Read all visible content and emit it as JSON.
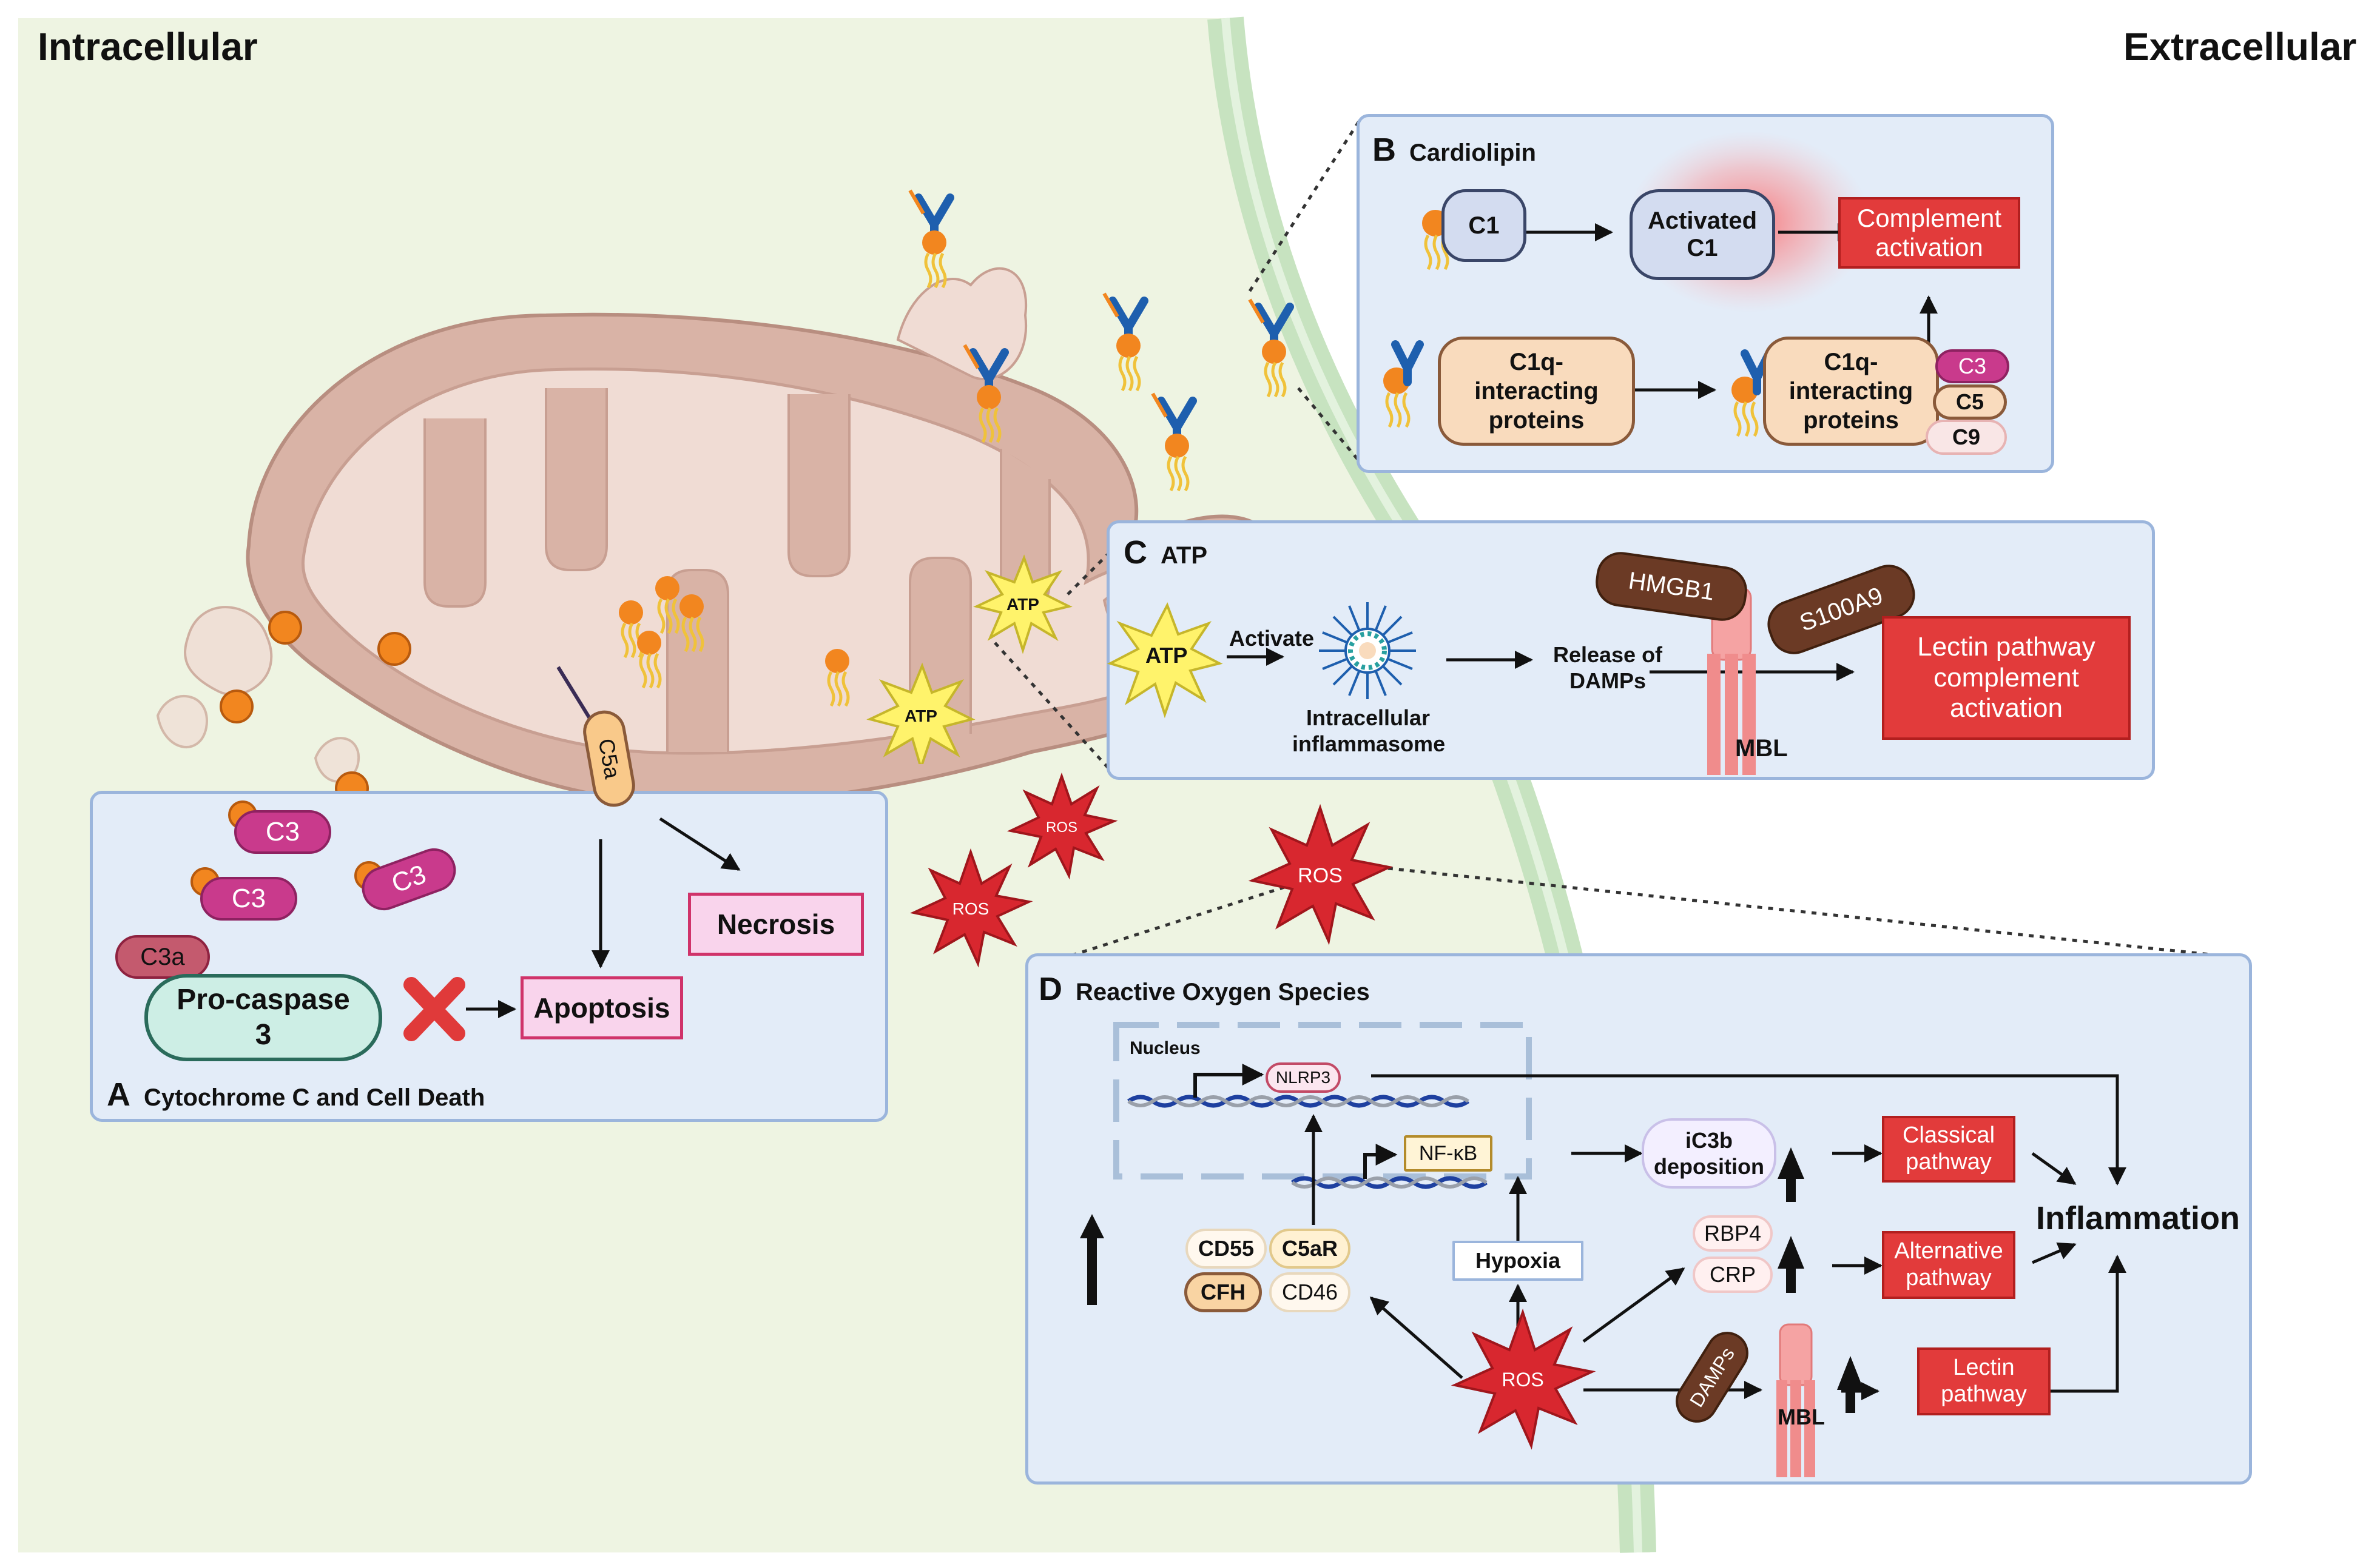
{
  "sides": {
    "left": "Intracellular",
    "right": "Extracellular"
  },
  "panel_a": {
    "letter": "A",
    "title": "Cytochrome C and Cell Death",
    "c3": [
      "C3",
      "C3",
      "C3"
    ],
    "c3a": "C3a",
    "c5a": "C5a",
    "procaspase": "Pro-caspase\n3",
    "apoptosis": "Apoptosis",
    "necrosis": "Necrosis"
  },
  "panel_b": {
    "letter": "B",
    "title": "Cardiolipin",
    "c1": "C1",
    "activated_c1": "Activated\nC1",
    "complement_activation": "Complement\nactivation",
    "c1q_left": "C1q-\ninteracting\nproteins",
    "c1q_right": "C1q-\ninteracting\nproteins",
    "c3": "C3",
    "c5": "C5",
    "c9": "C9"
  },
  "panel_c": {
    "letter": "C",
    "title": "ATP",
    "atp": "ATP",
    "activate": "Activate",
    "inflammasome": "Intracellular\ninflammasome",
    "release": "Release of\nDAMPs",
    "hmgb1": "HMGB1",
    "s100a9": "S100A9",
    "mbl": "MBL",
    "lectin_activation": "Lectin pathway\ncomplement\nactivation"
  },
  "panel_d": {
    "letter": "D",
    "title": "Reactive Oxygen Species",
    "nucleus": "Nucleus",
    "nlrp3": "NLRP3",
    "nfkb": "NF-κB",
    "hypoxia": "Hypoxia",
    "cd55": "CD55",
    "c5ar": "C5aR",
    "cfh": "CFH",
    "cd46": "CD46",
    "ros": "ROS",
    "ic3b": "iC3b\ndeposition",
    "rbp4": "RBP4",
    "crp": "CRP",
    "damps": "DAMPs",
    "mbl": "MBL",
    "classical": "Classical\npathway",
    "alternative": "Alternative\npathway",
    "lectin": "Lectin\npathway",
    "inflammation": "Inflammation"
  },
  "mito": {
    "atp_labels": [
      "ATP",
      "ATP"
    ],
    "ros_labels": [
      "ROS",
      "ROS",
      "ROS"
    ]
  },
  "colors": {
    "intracellular_bg": "#eef4e2",
    "membrane": "#c7e3c0",
    "panel_bg": "#e3ecf8",
    "panel_border": "#9bb5dc",
    "mito_outer": "#d9b3a6",
    "mito_inner": "#f0dcd4",
    "red_box": "#e23b3b",
    "c3_pill": "#c93a8c",
    "orange_dot": "#f2861f",
    "ros_star": "#d8272f",
    "atp_star": "#fff36b"
  }
}
